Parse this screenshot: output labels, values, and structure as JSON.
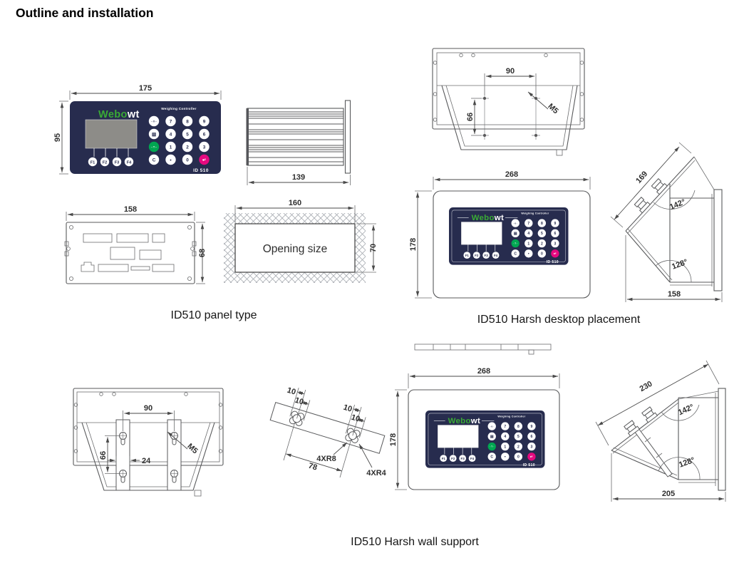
{
  "page": {
    "title": "Outline and installation"
  },
  "captions": {
    "panel": "ID510 panel type",
    "desktop": "ID510 Harsh desktop placement",
    "wall": "ID510 Harsh wall support"
  },
  "device": {
    "brand_left": "Webo",
    "brand_right": "wt",
    "subtitle": "Weighing Controller",
    "model": "ID 510",
    "fkeys": [
      "F1",
      "F2",
      "F3",
      "F4"
    ],
    "keys": [
      {
        "label": "→0←",
        "style": "white"
      },
      {
        "label": "7",
        "style": "white"
      },
      {
        "label": "8",
        "style": "white"
      },
      {
        "label": "9",
        "style": "white"
      },
      {
        "label": "▤",
        "style": "white"
      },
      {
        "label": "4",
        "style": "white"
      },
      {
        "label": "5",
        "style": "white"
      },
      {
        "label": "6",
        "style": "white"
      },
      {
        "label": "→T←",
        "style": "green"
      },
      {
        "label": "1",
        "style": "white"
      },
      {
        "label": "2",
        "style": "white"
      },
      {
        "label": "3",
        "style": "white"
      },
      {
        "label": "C",
        "style": "white"
      },
      {
        "label": "•",
        "style": "white"
      },
      {
        "label": "0",
        "style": "white"
      },
      {
        "label": "↵",
        "style": "pink"
      }
    ],
    "colors": {
      "panel": "#272c4e",
      "green": "#3aaa35",
      "key_green": "#00a651",
      "key_pink": "#e5097f",
      "screen_gray": "#8d8c88"
    }
  },
  "drawings": {
    "panel_front": {
      "width": "175",
      "height": "95"
    },
    "panel_side": {
      "depth": "139"
    },
    "panel_back": {
      "width": "158",
      "height": "68"
    },
    "opening": {
      "width": "160",
      "height": "70",
      "label": "Opening size"
    },
    "desktop_rear": {
      "hole_w": "90",
      "hole_h": "66",
      "thread": "M5"
    },
    "desktop_front": {
      "width": "268",
      "height": "178"
    },
    "desktop_side": {
      "slant": "169",
      "top_angle": "142°",
      "bottom_angle": "128°",
      "base": "158"
    },
    "wall_rear": {
      "hole_w": "90",
      "hole_h": "66",
      "bracket_w": "24",
      "thread": "M5"
    },
    "wall_bracket": {
      "d1": "10",
      "d2": "10",
      "d3": "10",
      "d4": "10",
      "span": "78",
      "r8": "4XR8",
      "r4": "4XR4"
    },
    "wall_front": {
      "width": "268",
      "height": "178"
    },
    "wall_side": {
      "slant": "230",
      "top_angle": "142°",
      "bottom_angle": "128°",
      "base": "205"
    }
  }
}
